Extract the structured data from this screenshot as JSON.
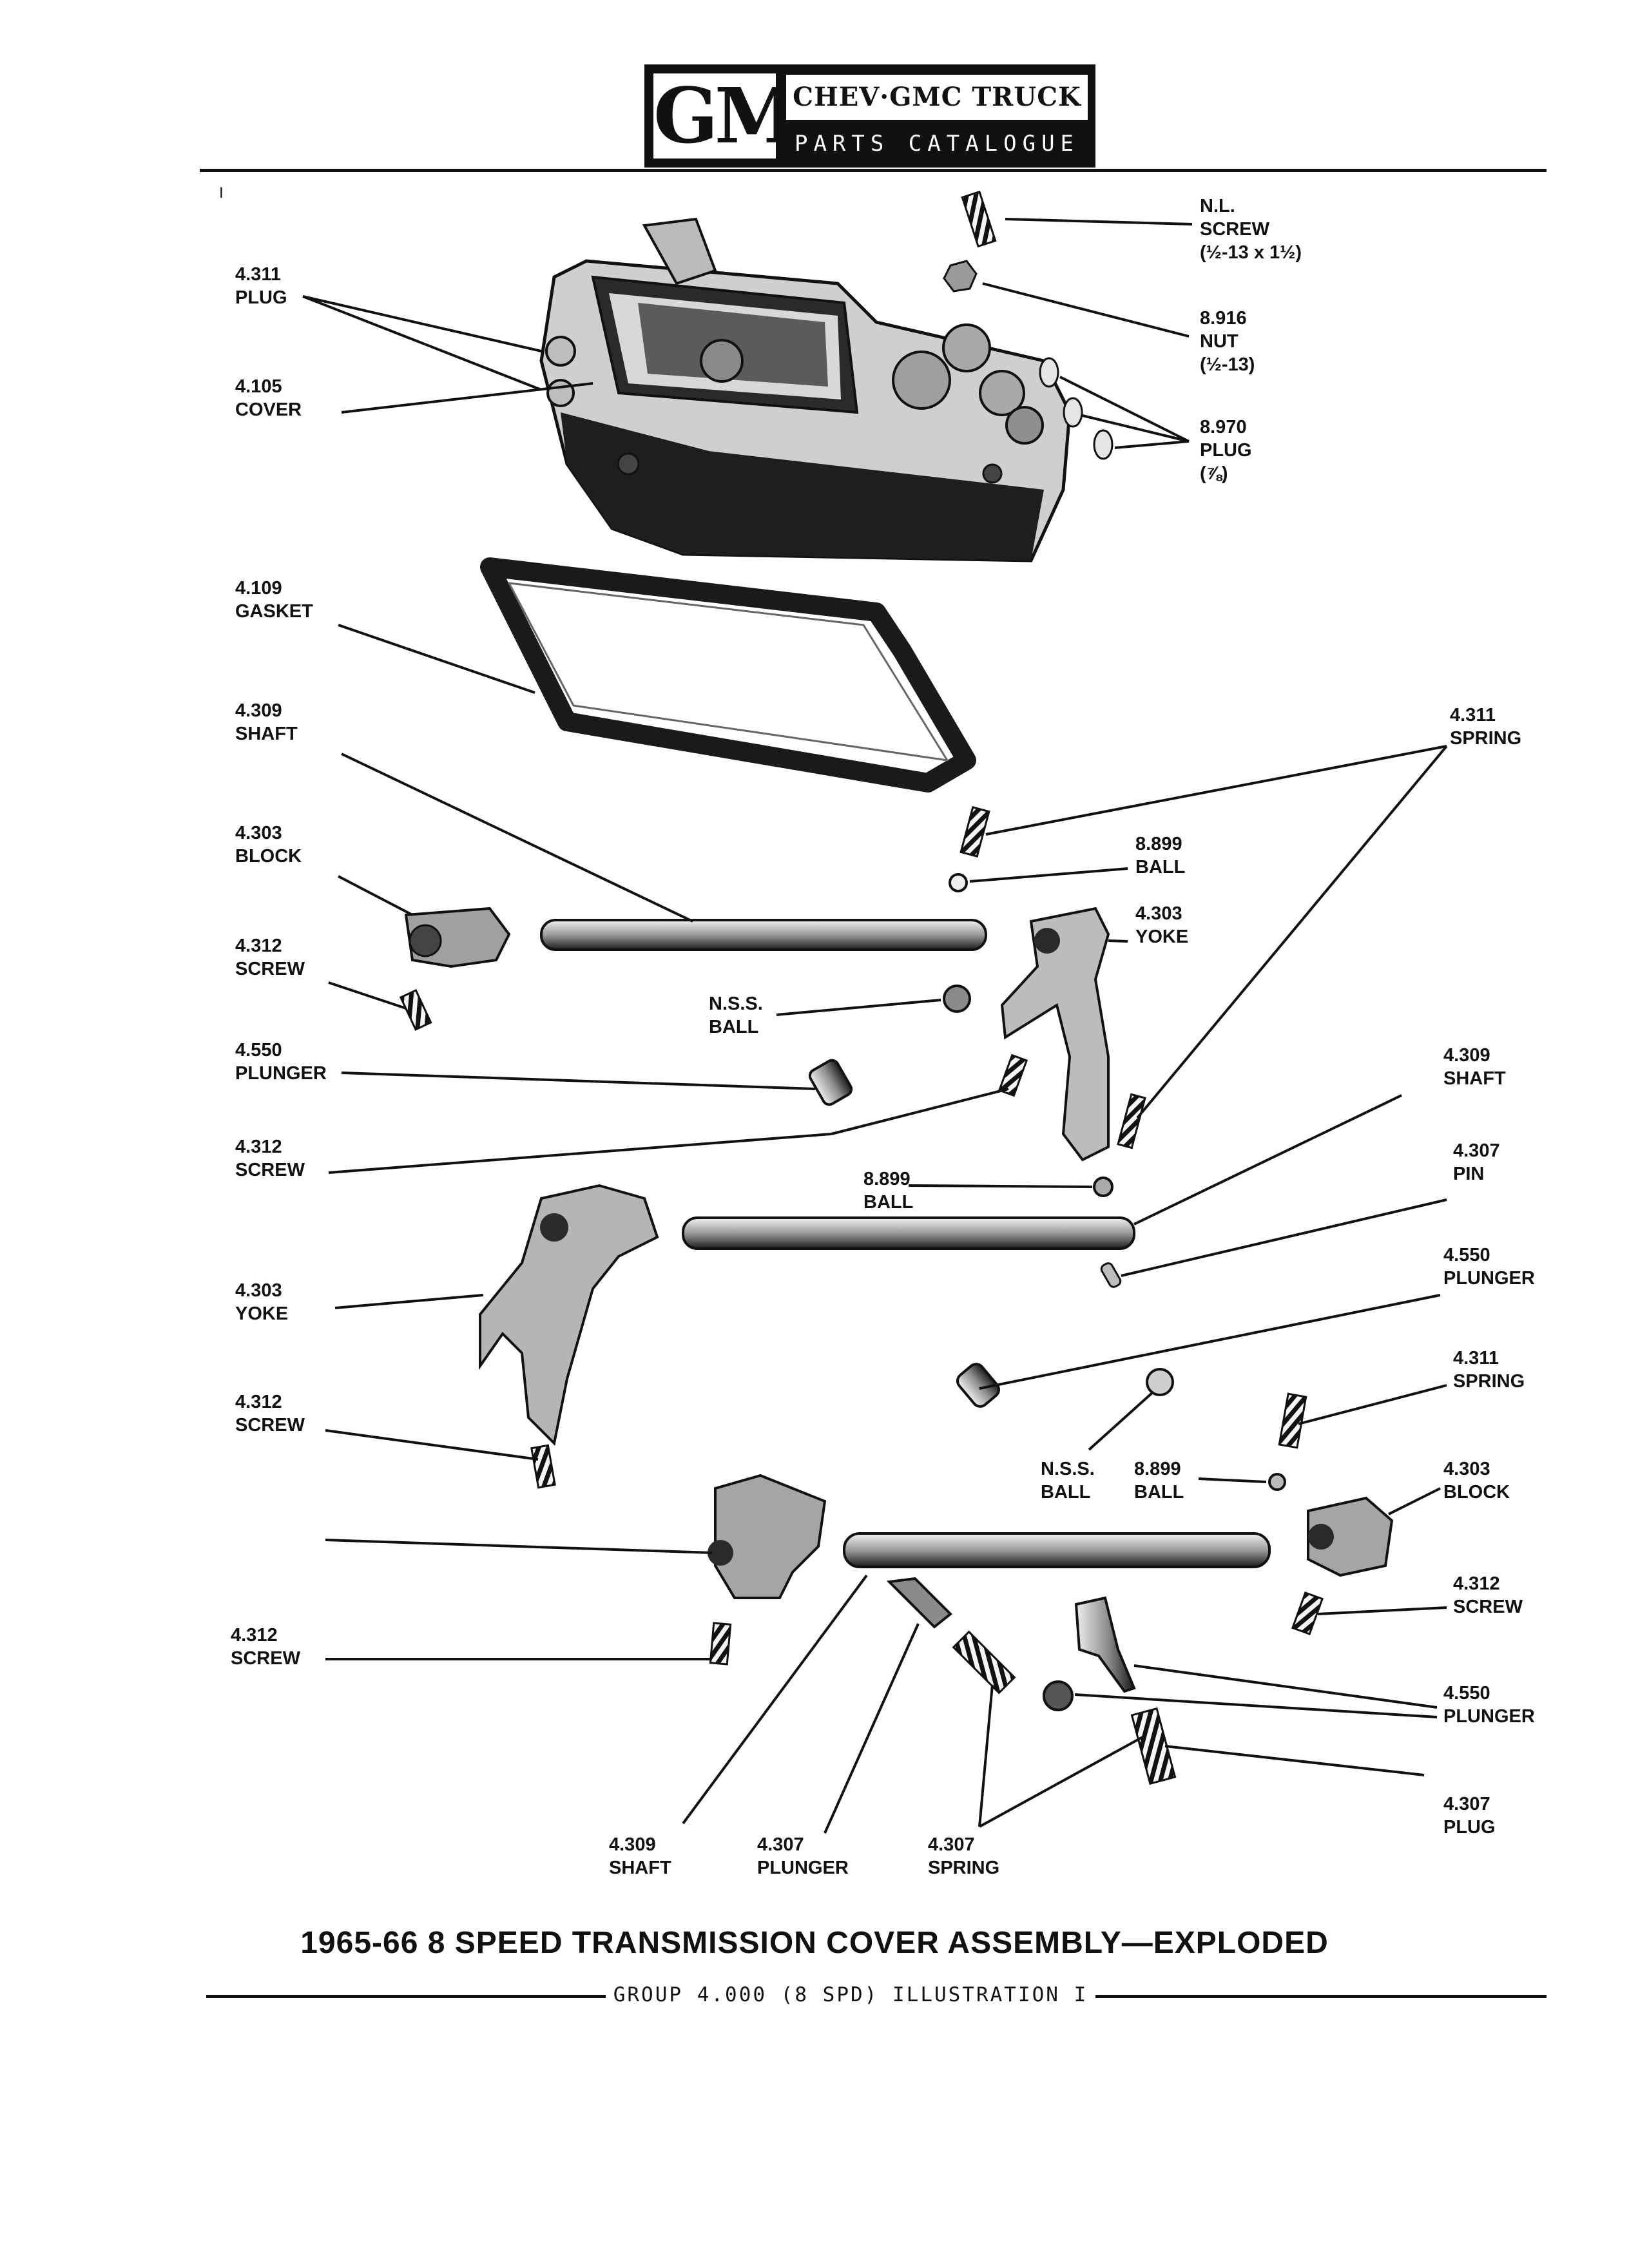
{
  "header": {
    "logo": "GM",
    "brand_line1": "CHEV·GMC TRUCK",
    "brand_line2": "PARTS CATALOGUE"
  },
  "page_mark": "I",
  "callouts": [
    {
      "id": "plug-4311",
      "number": "4.311",
      "name": "PLUG"
    },
    {
      "id": "cover-4105",
      "number": "4.105",
      "name": "COVER"
    },
    {
      "id": "screw-nl",
      "number": "N.L.",
      "name": "SCREW",
      "spec": "(½-13 x 1½)"
    },
    {
      "id": "nut-8916",
      "number": "8.916",
      "name": "NUT",
      "spec": "(½-13)"
    },
    {
      "id": "plug-8970",
      "number": "8.970",
      "name": "PLUG",
      "spec": "(⅞)"
    },
    {
      "id": "gasket-4109",
      "number": "4.109",
      "name": "GASKET"
    },
    {
      "id": "shaft-4309-a",
      "number": "4.309",
      "name": "SHAFT"
    },
    {
      "id": "spring-4311-a",
      "number": "4.311",
      "name": "SPRING"
    },
    {
      "id": "block-4303-a",
      "number": "4.303",
      "name": "BLOCK"
    },
    {
      "id": "ball-8899-a",
      "number": "8.899",
      "name": "BALL"
    },
    {
      "id": "yoke-4303-a",
      "number": "4.303",
      "name": "YOKE"
    },
    {
      "id": "screw-4312-a",
      "number": "4.312",
      "name": "SCREW"
    },
    {
      "id": "ball-nss-a",
      "number": "N.S.S.",
      "name": "BALL"
    },
    {
      "id": "plunger-4550-a",
      "number": "4.550",
      "name": "PLUNGER"
    },
    {
      "id": "shaft-4309-b",
      "number": "4.309",
      "name": "SHAFT"
    },
    {
      "id": "screw-4312-b",
      "number": "4.312",
      "name": "SCREW"
    },
    {
      "id": "pin-4307",
      "number": "4.307",
      "name": "PIN"
    },
    {
      "id": "ball-8899-b",
      "number": "8.899",
      "name": "BALL"
    },
    {
      "id": "plunger-4550-b",
      "number": "4.550",
      "name": "PLUNGER"
    },
    {
      "id": "yoke-4303-b",
      "number": "4.303",
      "name": "YOKE"
    },
    {
      "id": "spring-4311-b",
      "number": "4.311",
      "name": "SPRING"
    },
    {
      "id": "screw-4312-c",
      "number": "4.312",
      "name": "SCREW"
    },
    {
      "id": "ball-nss-b",
      "number": "N.S.S.",
      "name": "BALL"
    },
    {
      "id": "ball-8899-c",
      "number": "8.899",
      "name": "BALL"
    },
    {
      "id": "block-4303-b",
      "number": "4.303",
      "name": "BLOCK"
    },
    {
      "id": "screw-4312-d",
      "number": "4.312",
      "name": "SCREW"
    },
    {
      "id": "screw-4312-e",
      "number": "4.312",
      "name": "SCREW"
    },
    {
      "id": "plunger-4550-c",
      "number": "4.550",
      "name": "PLUNGER"
    },
    {
      "id": "plug-4307",
      "number": "4.307",
      "name": "PLUG"
    },
    {
      "id": "shaft-4309-c",
      "number": "4.309",
      "name": "SHAFT"
    },
    {
      "id": "plunger-4307",
      "number": "4.307",
      "name": "PLUNGER"
    },
    {
      "id": "spring-4307",
      "number": "4.307",
      "name": "SPRING"
    }
  ],
  "footer": {
    "title": "1965-66 8 SPEED TRANSMISSION COVER ASSEMBLY—EXPLODED",
    "reference": "GROUP 4.000 (8 SPD) ILLUSTRATION I"
  }
}
